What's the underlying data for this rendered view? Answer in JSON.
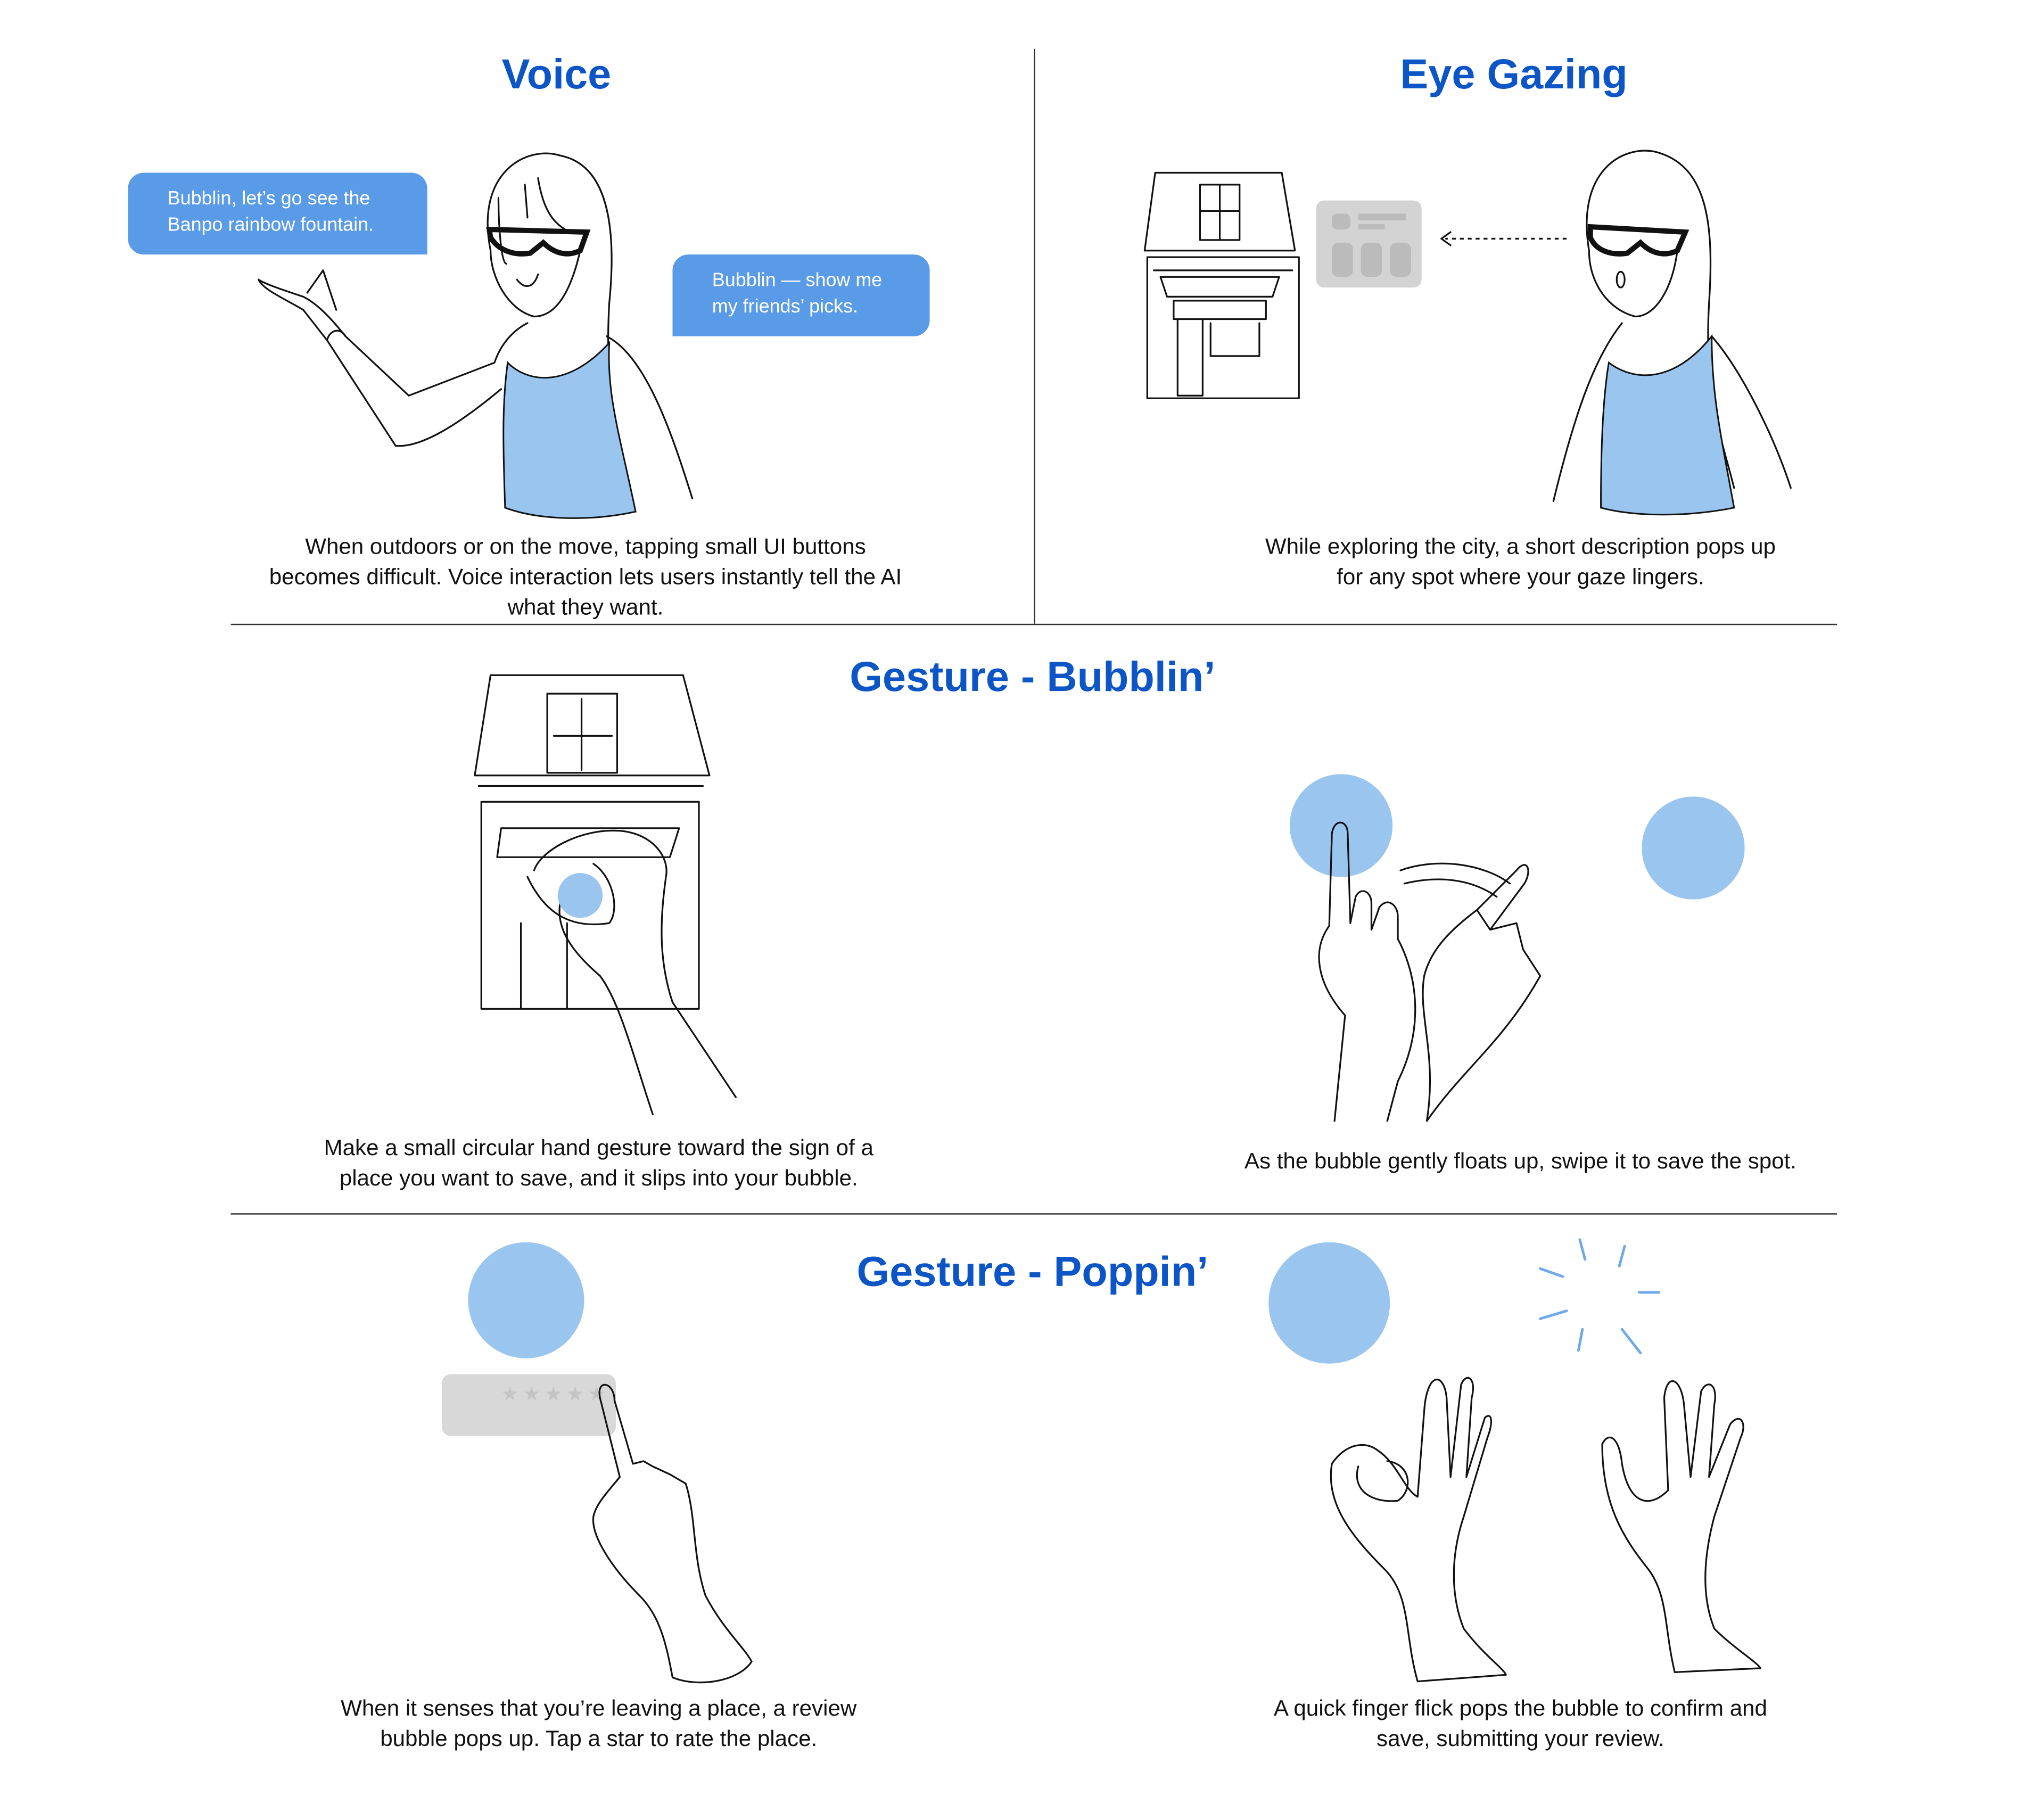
{
  "sections": {
    "voice": {
      "title": "Voice",
      "bubble_1": "Bubblin, let’s go see the Banpo rainbow fountain.",
      "bubble_2": "Bubblin — show me my friends’ picks.",
      "caption": "When outdoors or on the move, tapping small UI buttons becomes difficult. Voice interaction lets users instantly tell the AI what they want."
    },
    "eye_gazing": {
      "title": "Eye Gazing",
      "caption": "While exploring the city, a short description pops up for any spot where your gaze lingers."
    },
    "gesture_bubblin": {
      "title": "Gesture - Bubblin’",
      "caption_left": "Make a small circular hand gesture toward the sign of a place you want to save, and it slips into your bubble.",
      "caption_right": "As the bubble gently floats up, swipe it to save the spot."
    },
    "gesture_poppin": {
      "title": "Gesture - Poppin’",
      "rating_stars": 5,
      "caption_left": "When it senses that you’re leaving a place, a review bubble pops up. Tap a star to rate the place.",
      "caption_right": "A quick finger flick pops the bubble to confirm and save, submitting your review."
    }
  },
  "colors": {
    "title": "#0b55c6",
    "speech_bubble": "#5a9be8",
    "bubble_dot": "#99c5ee"
  }
}
